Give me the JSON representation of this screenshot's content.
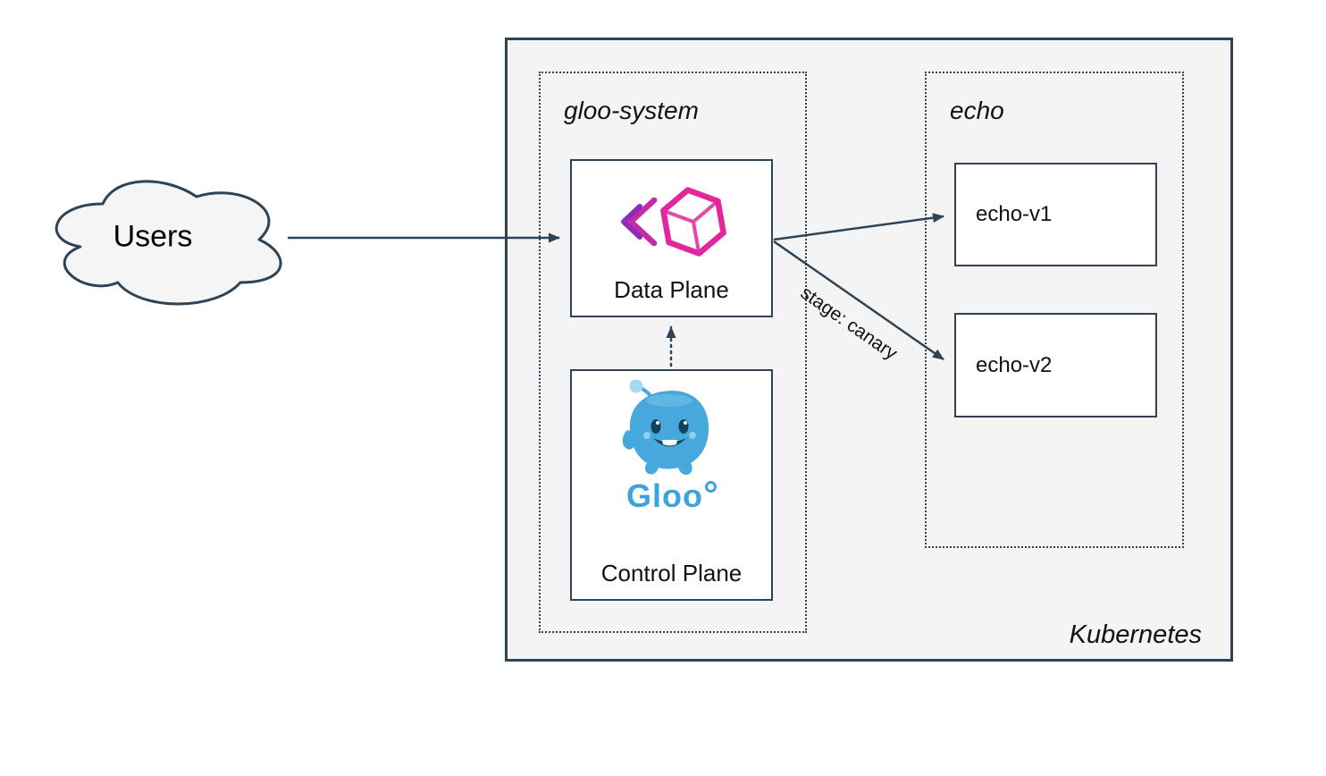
{
  "colors": {
    "outline": "#2e4356",
    "cluster_bg": "#f4f4f4",
    "node_bg": "#ffffff",
    "gloo_pink": "#e3259e",
    "gloo_purple": "#8e2bb8",
    "gloo_blue": "#42a7dd"
  },
  "nodes": {
    "users": {
      "label": "Users",
      "icon": "cloud-icon"
    },
    "kubernetes": {
      "label": "Kubernetes"
    },
    "gloo_system": {
      "label": "gloo-system"
    },
    "echo": {
      "label": "echo"
    },
    "data_plane": {
      "label": "Data Plane",
      "icon": "gloo-gateway-icon"
    },
    "control_plane": {
      "label": "Control Plane",
      "icon": "gloo-mascot-icon",
      "wordmark": "Gloo"
    },
    "echo_v1": {
      "label": "echo-v1"
    },
    "echo_v2": {
      "label": "echo-v2"
    }
  },
  "edges": {
    "users_to_data_plane": {
      "from": "users",
      "to": "data_plane",
      "style": "solid"
    },
    "data_plane_to_echo_v1": {
      "from": "data_plane",
      "to": "echo_v1",
      "style": "solid"
    },
    "data_plane_to_echo_v2": {
      "from": "data_plane",
      "to": "echo_v2",
      "style": "solid",
      "label": "stage: canary"
    },
    "control_plane_to_data_plane": {
      "from": "control_plane",
      "to": "data_plane",
      "style": "dotted"
    }
  }
}
